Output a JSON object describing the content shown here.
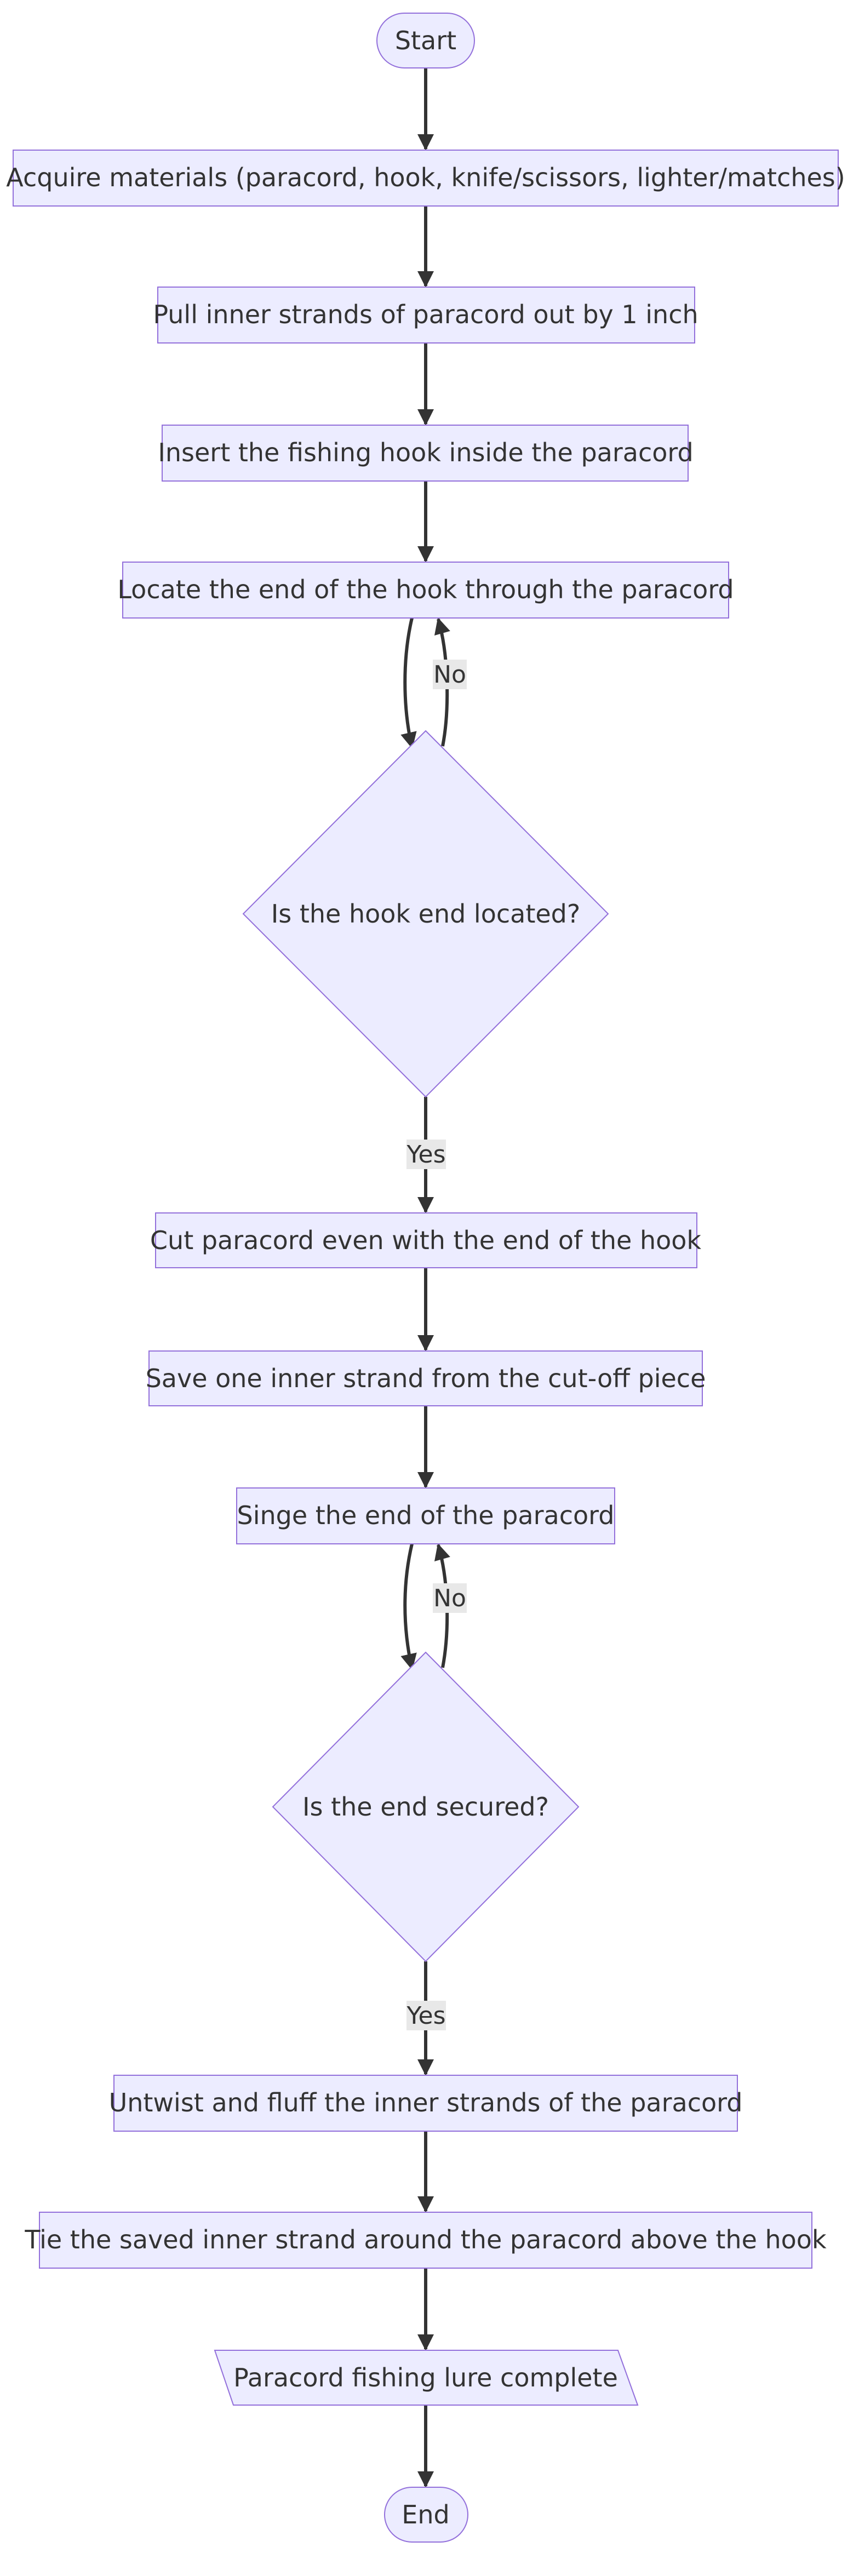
{
  "flowchart": {
    "nodes": {
      "start": "Start",
      "acquire": "Acquire materials (paracord, hook, knife/scissors, lighter/matches)",
      "pull": "Pull inner strands of paracord out by 1 inch",
      "insert": "Insert the fishing hook inside the paracord",
      "locate": "Locate the end of the hook through the paracord",
      "decision_located": "Is the hook end located?",
      "cut": "Cut paracord even with the end of the hook",
      "save": "Save one inner strand from the cut-off piece",
      "singe": "Singe the end of the paracord",
      "decision_secured": "Is the end secured?",
      "untwist": "Untwist and fluff the inner strands of the paracord",
      "tie": "Tie the saved inner strand around the paracord above the hook",
      "complete": "Paracord fishing lure complete",
      "end": "End"
    },
    "edge_labels": {
      "located_no": "No",
      "located_yes": "Yes",
      "secured_no": "No",
      "secured_yes": "Yes"
    },
    "colors": {
      "node_fill": "#ECECFF",
      "node_stroke": "#9370DB",
      "edge": "#333333",
      "text": "#333333",
      "label_bg": "#e8e8e8"
    }
  }
}
